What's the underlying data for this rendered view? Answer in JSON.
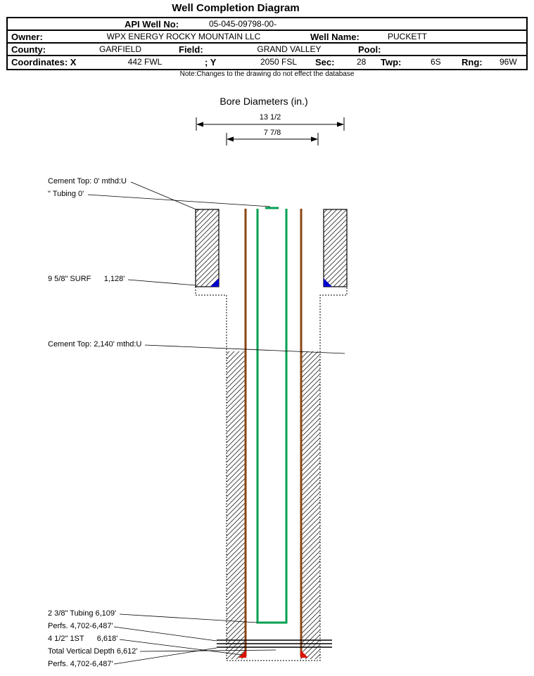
{
  "title": "Well Completion Diagram",
  "note": "Note:Changes to the drawing do not effect the database",
  "header": {
    "api_label": "API Well No:",
    "api_value": "05-045-09798-00-",
    "owner_label": "Owner:",
    "owner_value": "WPX ENERGY ROCKY MOUNTAIN LLC",
    "well_name_label": "Well Name:",
    "well_name_value": "PUCKETT",
    "county_label": "County:",
    "county_value": "GARFIELD",
    "field_label": "Field:",
    "field_value": "GRAND VALLEY",
    "pool_label": "Pool:",
    "pool_value": "",
    "coordinates_label": "Coordinates: X",
    "coordinates_x_value": "442 FWL",
    "coordinates_y_label": "; Y",
    "coordinates_y_value": "2050 FSL",
    "sec_label": "Sec:",
    "sec_value": "28",
    "twp_label": "Twp:",
    "twp_value": "6S",
    "rng_label": "Rng:",
    "rng_value": "96W"
  },
  "bore": {
    "title": "Bore Diameters (in.)",
    "outer_diameter": "13 1/2",
    "inner_diameter": "7 7/8"
  },
  "annotations": {
    "cement_top_surface": "Cement Top: 0' mthd:U",
    "tubing_top": "\" Tubing 0'",
    "surface_casing": "9 5/8\" SURF      1,128'",
    "cement_top_production": "Cement Top: 2,140' mthd:U",
    "tubing_depth": "2 3/8\" Tubing 6,109'",
    "perfs_upper": "Perfs. 4,702-6,487'",
    "production_casing": "4 1/2\" 1ST      6,618'",
    "total_vertical_depth": "Total Vertical Depth 6,612'",
    "perfs_lower": "Perfs. 4,702-6,487'"
  },
  "colors": {
    "production_casing": "#8B4513",
    "tubing": "#00A050",
    "surface_shoe": "#0000CC",
    "production_shoe": "#DD1100"
  }
}
